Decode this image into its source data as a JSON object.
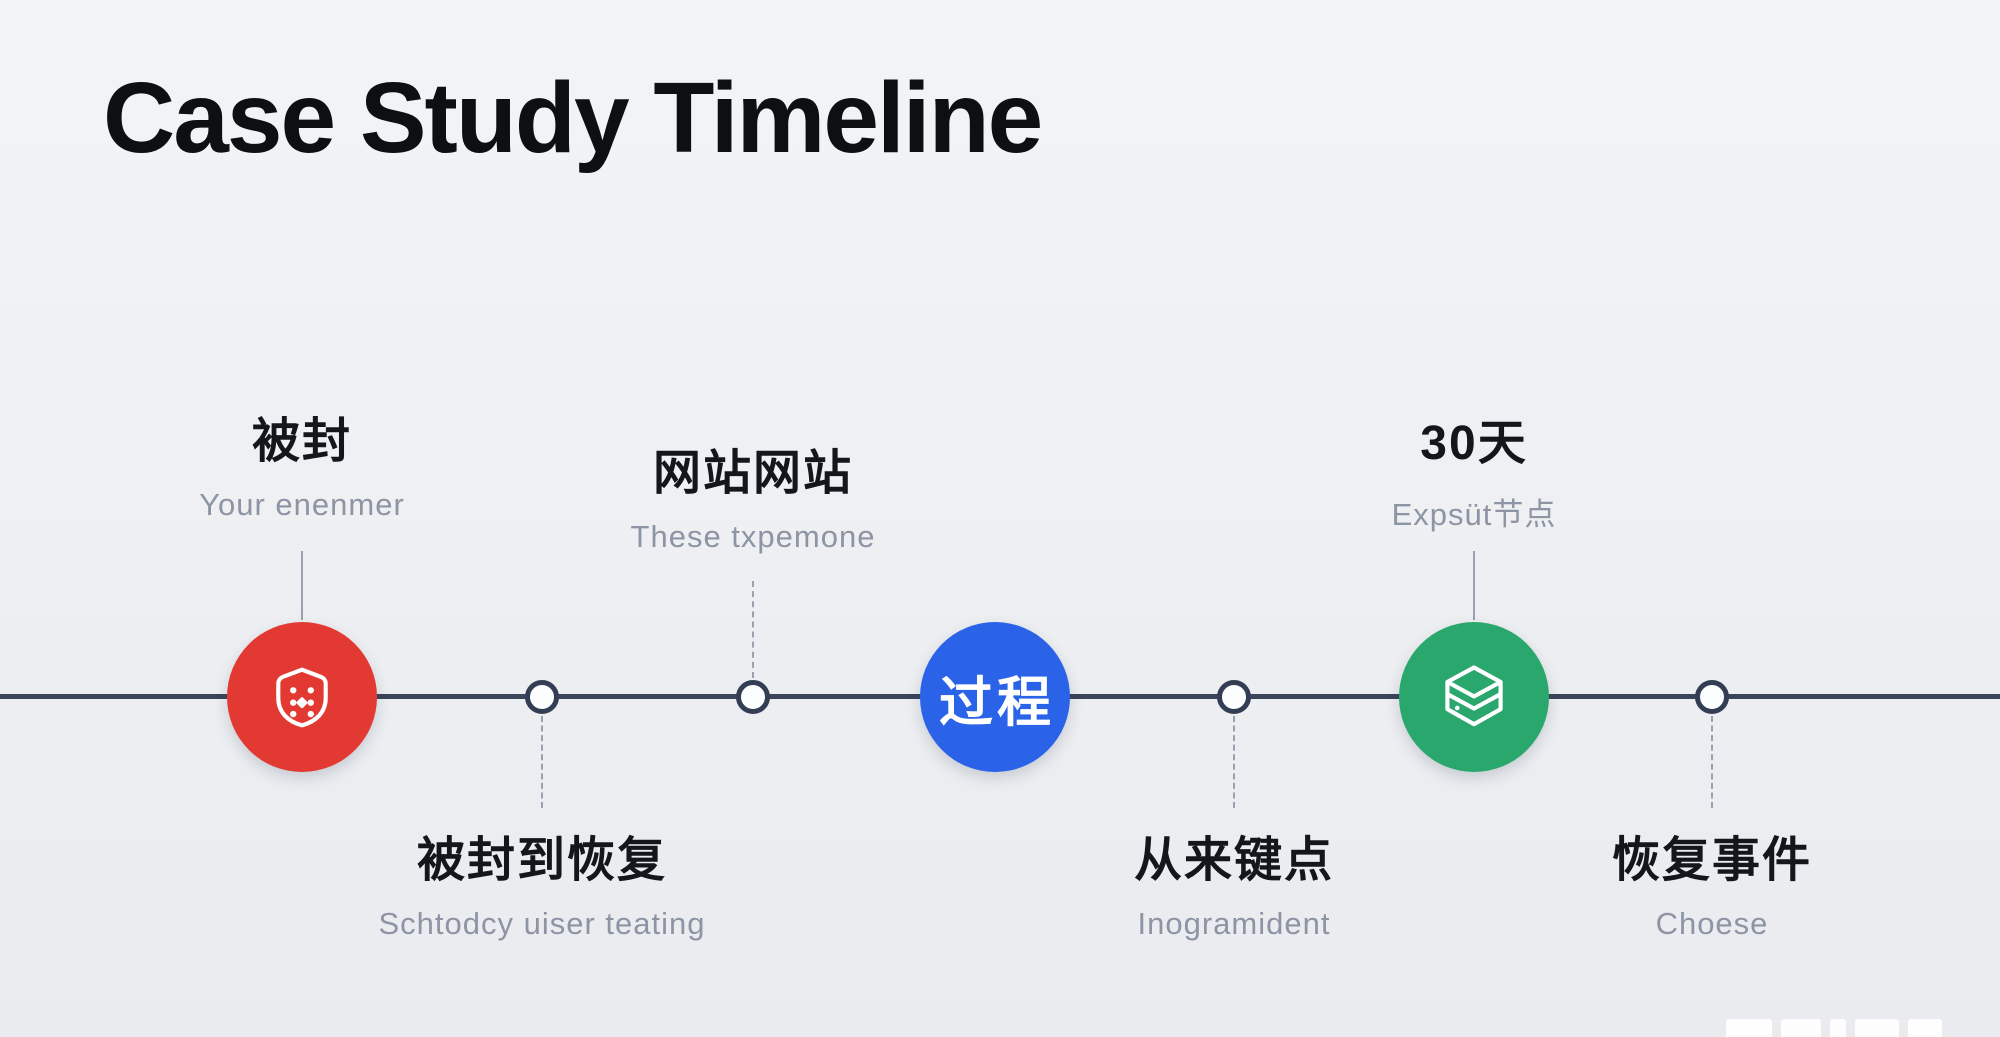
{
  "page": {
    "title": "Case Study Timeline"
  },
  "timeline": {
    "nodes": [
      {
        "type": "major",
        "color": "#e23a33",
        "icon": "shield-dots-icon",
        "label": "被封",
        "sublabel": "Your enenmer",
        "label_position": "above"
      },
      {
        "type": "minor",
        "label": "被封到恢复",
        "sublabel": "Schtodcy uiser teating",
        "label_position": "below"
      },
      {
        "type": "minor",
        "label": "网站网站",
        "sublabel": "These txpemone",
        "label_position": "above"
      },
      {
        "type": "major",
        "color": "#2a63e8",
        "label": "过程",
        "label_position": "inside"
      },
      {
        "type": "minor",
        "label": "从来键点",
        "sublabel": "Inogramident",
        "label_position": "below"
      },
      {
        "type": "major",
        "color": "#2aa76d",
        "icon": "package-stack-icon",
        "label": "30天",
        "sublabel": "Expsüt节点",
        "label_position": "above"
      },
      {
        "type": "minor",
        "label": "恢复事件",
        "sublabel": "Choese",
        "label_position": "below"
      }
    ]
  },
  "colors": {
    "background": "#eef0f3",
    "timeline_line": "#3a445a",
    "red_node": "#e23a33",
    "blue_node": "#2a63e8",
    "green_node": "#2aa76d",
    "minor_ring_border": "#333d53",
    "subtitle_gray": "#8d95a5",
    "title_black": "#0e0f12"
  }
}
